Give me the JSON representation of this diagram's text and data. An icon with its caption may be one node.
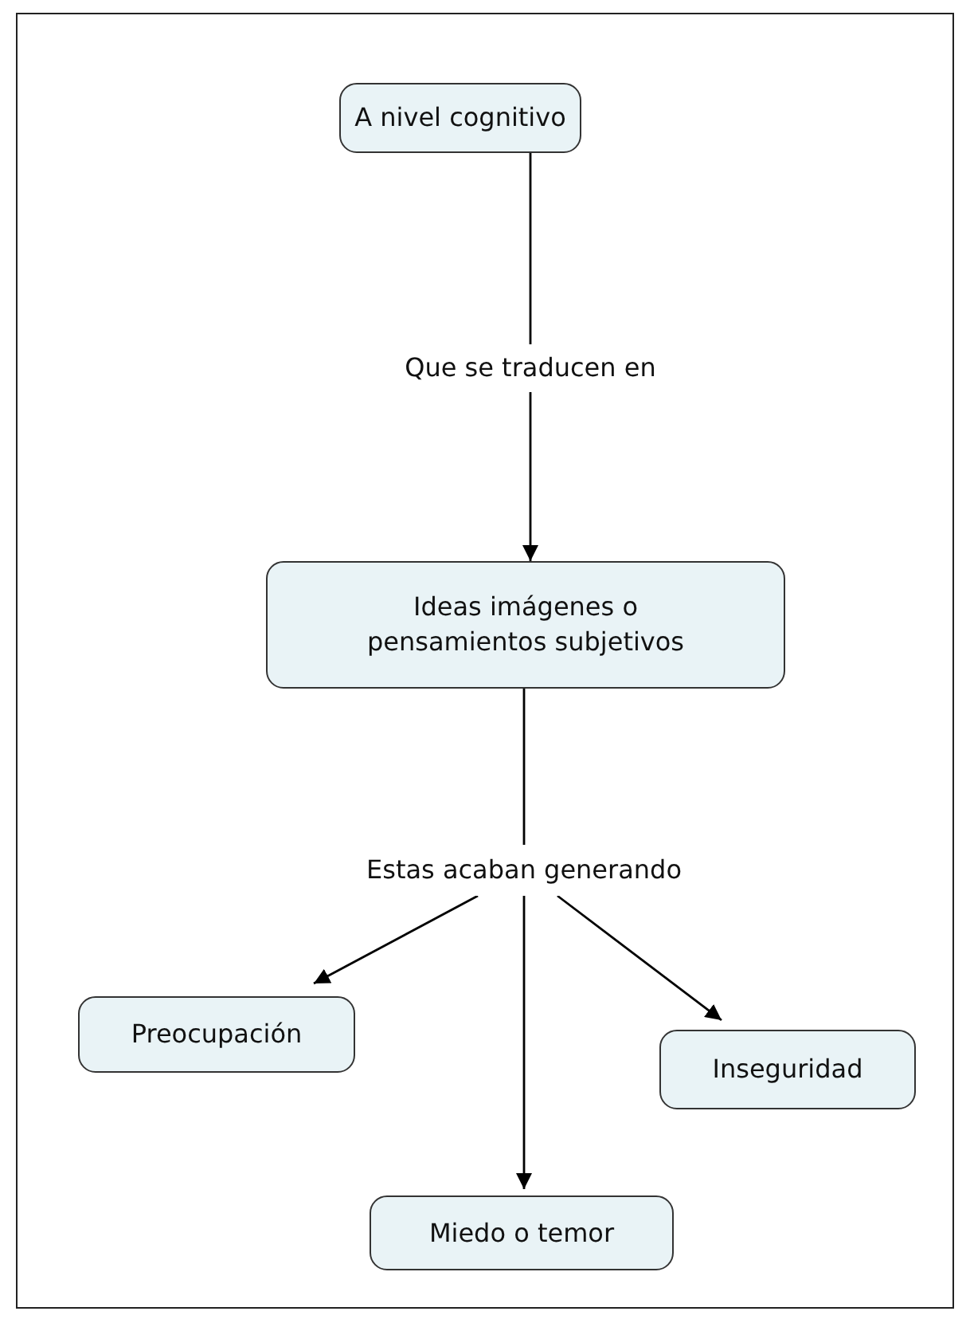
{
  "diagram": {
    "nodes": [
      {
        "text": [
          "A nivel cognitivo"
        ]
      },
      {
        "text": [
          "Que se traducen en"
        ]
      },
      {
        "text": [
          "Ideas imágenes o pensamientos subjetivos"
        ]
      },
      {
        "text": [
          "Estas acaban generando"
        ]
      },
      {
        "text": [
          "Preocupación"
        ]
      },
      {
        "text": [
          "Inseguridad"
        ]
      },
      {
        "text": [
          "Miedo o temor"
        ]
      }
    ],
    "edges": [
      {
        "from": 0,
        "to": 1,
        "arrow": "none"
      },
      {
        "from": 1,
        "to": 2,
        "arrow": "to"
      },
      {
        "from": 2,
        "to": 3,
        "arrow": "none"
      },
      {
        "from": 3,
        "to": 4,
        "arrow": "to"
      },
      {
        "from": 3,
        "to": 6,
        "arrow": "to"
      },
      {
        "from": 3,
        "to": 5,
        "arrow": "to"
      }
    ]
  }
}
